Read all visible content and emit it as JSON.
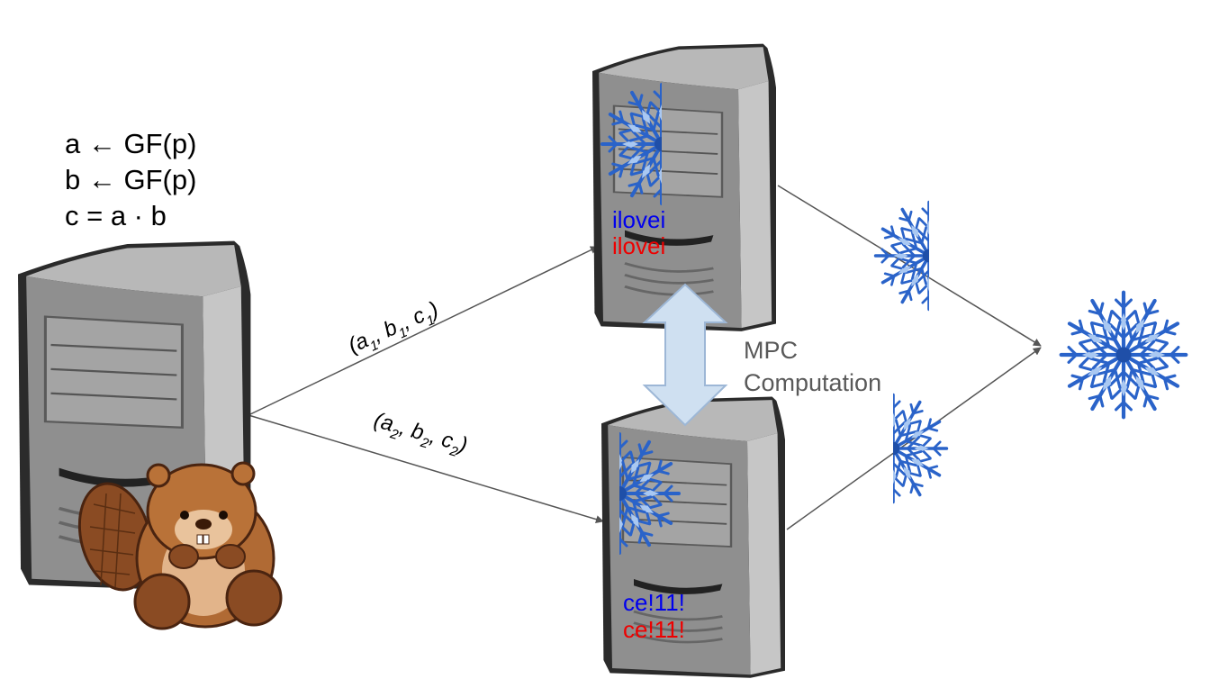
{
  "equations": {
    "line1": "a ← GF(p)",
    "line2": "b ← GF(p)",
    "line3": "c = a · b"
  },
  "shares": {
    "first": {
      "open": "(a",
      "s1": "1",
      "b": ", b",
      "s2": "1",
      "c": ", c",
      "s3": "1",
      "close": ")"
    },
    "second": {
      "open": "(a",
      "s1": "2",
      "b": ", b",
      "s2": "2",
      "c": ", c",
      "s3": "2",
      "close": ")"
    }
  },
  "mpc_label": {
    "line1": "MPC",
    "line2": "Computation"
  },
  "server_top": {
    "secret_blue": "ilovei",
    "secret_red": "ilovei"
  },
  "server_bottom": {
    "secret_blue": "ce!11!",
    "secret_red": "ce!11!"
  },
  "colors": {
    "secret_blue": "#0000ee",
    "secret_red": "#ee0000",
    "arrow": "#555555",
    "exchange_arrow_fill": "#cfe0f1",
    "exchange_arrow_stroke": "#9db7d6",
    "snowflake": "#2a63c9",
    "server_gray": "#9a9a9a"
  },
  "icons": [
    "server-icon",
    "beaver-mascot",
    "snowflake-icon",
    "double-arrow-icon"
  ]
}
